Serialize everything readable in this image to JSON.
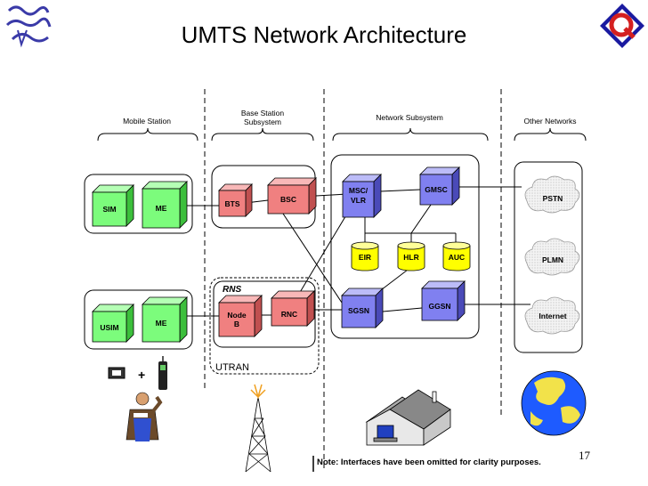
{
  "title": "UMTS Network Architecture",
  "page_number": "17",
  "note": "Note: Interfaces have been omitted for clarity purposes.",
  "sections": {
    "mobile_station": "Mobile Station",
    "base_station_line1": "Base Station",
    "base_station_line2": "Subsystem",
    "network_subsystem": "Network Subsystem",
    "other_networks": "Other Networks"
  },
  "nodes": {
    "sim": "SIM",
    "me_top": "ME",
    "usim": "USIM",
    "me_bottom": "ME",
    "bts": "BTS",
    "bsc": "BSC",
    "node_b_line1": "Node",
    "node_b_line2": "B",
    "rnc": "RNC",
    "msc_line1": "MSC/",
    "msc_line2": "VLR",
    "gmsc": "GMSC",
    "eir": "EIR",
    "hlr": "HLR",
    "auc": "AUC",
    "sgsn": "SGSN",
    "ggsn": "GGSN"
  },
  "clouds": {
    "pstn": "PSTN",
    "plmn": "PLMN",
    "internet": "Internet"
  },
  "labels": {
    "rns": "RNS",
    "utran": "UTRAN",
    "plus": "+"
  },
  "colors": {
    "green": "#7CFC7C",
    "pink": "#F08080",
    "blue": "#8080F0",
    "yellow": "#FFFF00"
  }
}
